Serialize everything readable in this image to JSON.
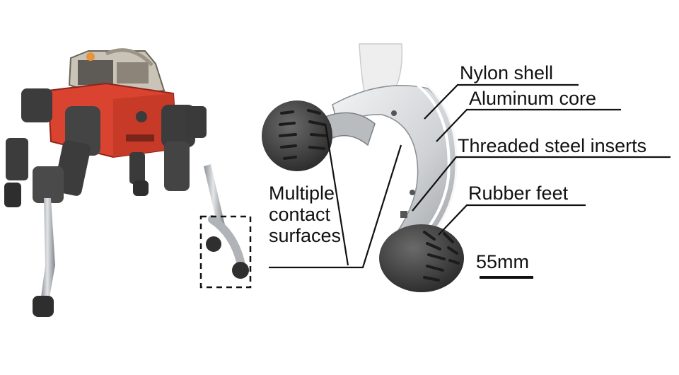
{
  "labels": {
    "multiple_contact": [
      "Multiple",
      "contact",
      "surfaces"
    ],
    "nylon_shell": "Nylon shell",
    "aluminum_core": "Aluminum core",
    "threaded_steel_inserts": "Threaded steel inserts",
    "rubber_feet": "Rubber feet",
    "scale": "55mm"
  },
  "colors": {
    "robot_body": "#d9432f",
    "robot_joint": "#3c3c3c",
    "leg_metal": "#b8bcc0",
    "shell": "#d7d9db",
    "foot": "#3a3a3a",
    "line": "#111111"
  }
}
